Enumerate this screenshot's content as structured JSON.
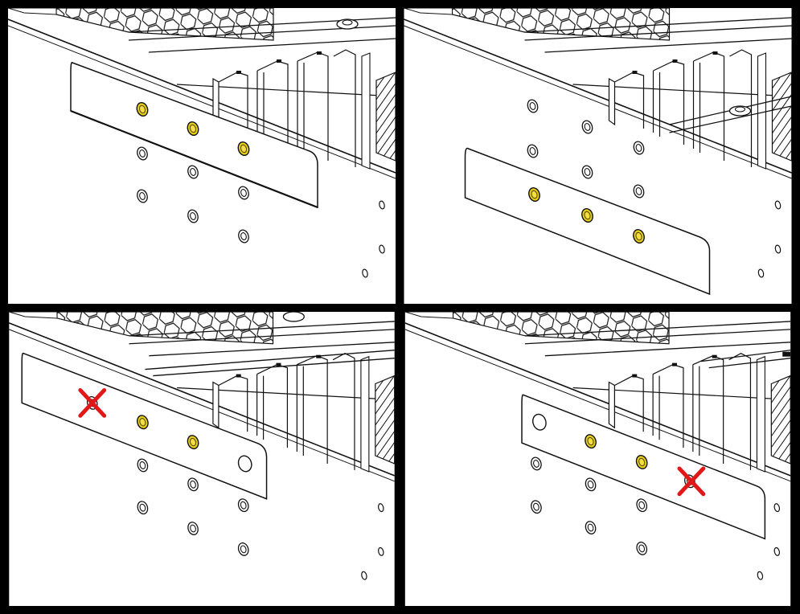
{
  "figure": {
    "description_kind": "four-panel installation diagram",
    "panels": [
      {
        "id": "top-left",
        "bracket_position": "upper",
        "yellow_holes": 3,
        "invalid_marks": 0,
        "open_hole": "none"
      },
      {
        "id": "top-right",
        "bracket_position": "lower",
        "yellow_holes": 3,
        "invalid_marks": 0,
        "open_hole": "none"
      },
      {
        "id": "bottom-left",
        "bracket_position": "upper",
        "yellow_holes": 2,
        "invalid_marks": 1,
        "open_hole": "right"
      },
      {
        "id": "bottom-right",
        "bracket_position": "lower",
        "yellow_holes": 2,
        "invalid_marks": 1,
        "open_hole": "left"
      }
    ]
  },
  "colors": {
    "frame": "#000000",
    "background": "#ffffff",
    "line": "#111111",
    "screw_fill": "#e8cf1c",
    "screw_stroke": "#5a4a00",
    "x_mark": "#e21818"
  },
  "icons": {
    "screw": "screw-icon",
    "invalid": "x-mark-icon"
  }
}
